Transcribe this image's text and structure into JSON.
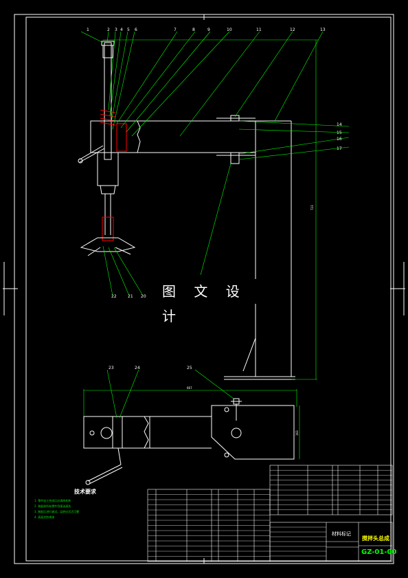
{
  "watermark": "图 文 设 计",
  "technical_requirements": {
    "title": "技术要求",
    "items": [
      "1. 零件加工完成后应清除毛刺",
      "2. 装配前所有零件用煤油清洗",
      "3. 装配后进行调试，运转应灵活可靠",
      "4. 表面涂防锈漆"
    ]
  },
  "part_callouts": [
    "1",
    "2",
    "3",
    "4",
    "5",
    "6",
    "7",
    "8",
    "9",
    "10",
    "11",
    "12",
    "13",
    "14",
    "15",
    "16",
    "17",
    "22",
    "21",
    "20",
    "23",
    "24",
    "25"
  ],
  "dimensions": {
    "overall_width": "667",
    "height": "723",
    "side": "163"
  },
  "title_block": {
    "drawing_name": "搅拌头总成",
    "drawing_code": "GZ-01-00",
    "material_mark": "材料标记"
  },
  "colors": {
    "frame": "#ffffff",
    "outline": "#ffffff",
    "leader": "#00ff00",
    "section": "#ff0000",
    "table_text": "#ff00ff",
    "dim": "#00ff00"
  }
}
